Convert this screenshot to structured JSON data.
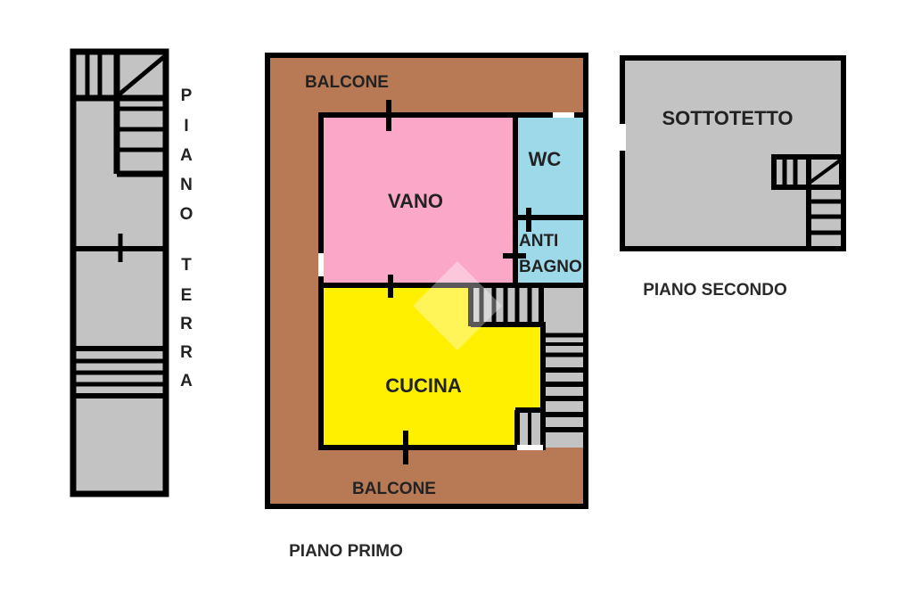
{
  "colors": {
    "wall": "#000000",
    "grey_room": "#c3c3c3",
    "balcony": "#b87a55",
    "vano": "#fba8c8",
    "bath": "#9ed9ea",
    "kitchen": "#fff000",
    "opening": "#ffffff"
  },
  "ground_floor": {
    "label_letters_top": [
      "P",
      "I",
      "A",
      "N",
      "O"
    ],
    "label_letters_bottom": [
      "T",
      "E",
      "R",
      "R",
      "A"
    ]
  },
  "first_floor": {
    "balcony_top": "BALCONE",
    "balcony_bottom": "BALCONE",
    "vano": "VANO",
    "wc": "WC",
    "antibagno_line1": "ANTI",
    "antibagno_line2": "BAGNO",
    "cucina": "CUCINA",
    "floor_label": "PIANO PRIMO"
  },
  "second_floor": {
    "sottotetto": "SOTTOTETTO",
    "floor_label": "PIANO SECONDO"
  }
}
